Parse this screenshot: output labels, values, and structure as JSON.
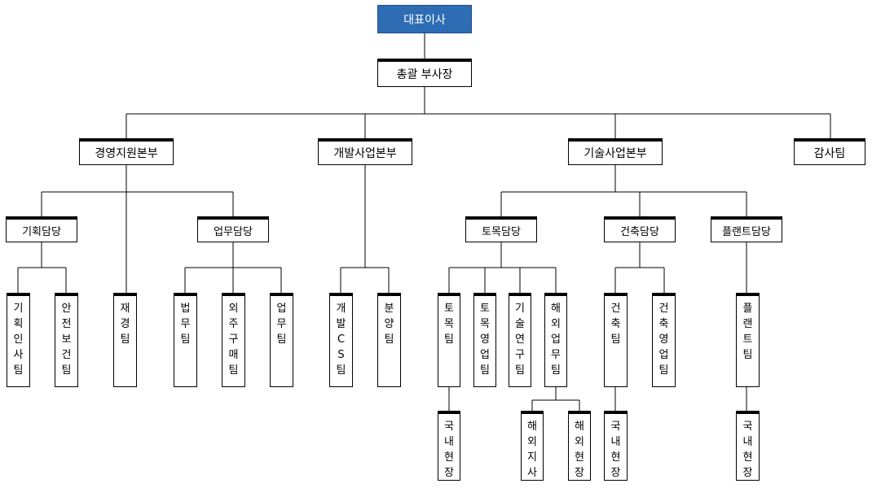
{
  "colors": {
    "ceo_fill": "#2e6db4",
    "line": "#000000"
  },
  "org": {
    "ceo": "대표이사",
    "vp": "총괄 부사장",
    "divisions": {
      "management": "경영지원본부",
      "development": "개발사업본부",
      "technology": "기술사업본부",
      "audit": "감사팀"
    },
    "managers": {
      "planning": "기획담당",
      "business": "업무담당",
      "civil": "토목담당",
      "building": "건축담당",
      "plant": "플랜트담당"
    },
    "teams": {
      "planning_hr": "기획인사팀",
      "safety_health": "안전보건팀",
      "finance": "재경팀",
      "legal": "법무팀",
      "procurement": "외주구매팀",
      "operations": "업무팀",
      "dev_cs": "개발CS팀",
      "sales": "분양팀",
      "civil": "토목팀",
      "civil_sales": "토목영업팀",
      "tech_research": "기술연구팀",
      "overseas_biz": "해외업무팀",
      "building": "건축팀",
      "building_sales": "건축영업팀",
      "plant": "플랜트팀"
    },
    "sites": {
      "civil_domestic": "국내현장",
      "overseas_branch": "해외지사",
      "overseas_site": "해외현장",
      "building_domestic": "국내현장",
      "plant_domestic": "국내현장"
    }
  }
}
